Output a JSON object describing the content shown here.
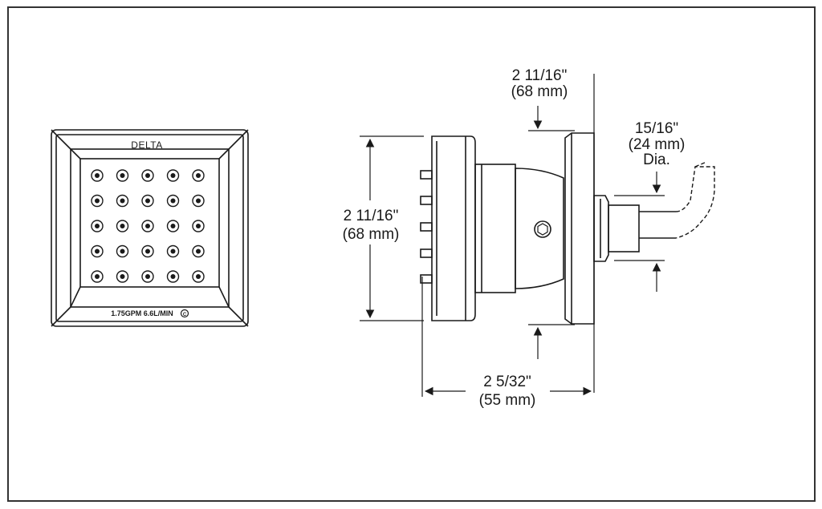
{
  "front_view": {
    "brand": "DELTA",
    "flow_rate": "1.75GPM 6.6L/MIN",
    "nozzle_rows": 5,
    "nozzle_cols": 5
  },
  "dimensions": {
    "height": {
      "imperial": "2 11/16\"",
      "metric": "(68 mm)"
    },
    "width": {
      "imperial": "2 11/16\"",
      "metric": "(68 mm)"
    },
    "depth": {
      "imperial": "2 5/32\"",
      "metric": "(55 mm)"
    },
    "pipe": {
      "imperial": "15/16\"",
      "metric": "(24 mm)",
      "note": "Dia."
    }
  },
  "colors": {
    "line": "#1a1a1a",
    "border": "#333333"
  }
}
